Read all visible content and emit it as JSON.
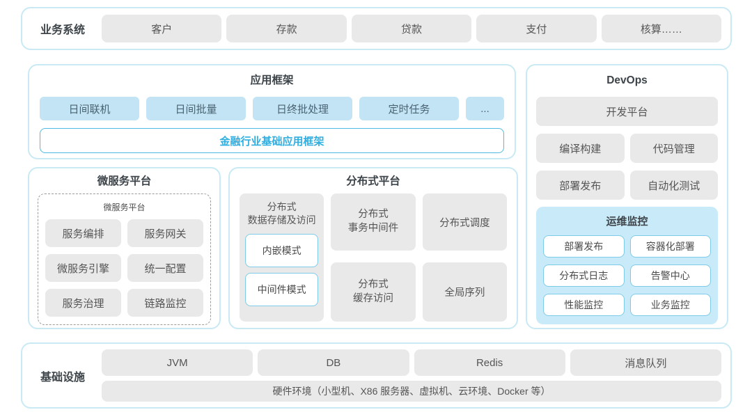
{
  "colors": {
    "panel_border": "#c9eaf4",
    "gray_box_bg": "#e9e9e9",
    "blue_box_bg": "#c2e4f4",
    "monitor_bg": "#c9eaf8",
    "white_box_border": "#7ecbe9",
    "accent_blue_border": "#4fbae3",
    "accent_blue_text": "#2fafe1",
    "text": "#555555"
  },
  "business_systems": {
    "label": "业务系统",
    "items": [
      "客户",
      "存款",
      "贷款",
      "支付",
      "核算……"
    ]
  },
  "app_framework": {
    "title": "应用框架",
    "items": [
      "日间联机",
      "日间批量",
      "日终批处理",
      "定时任务",
      "..."
    ],
    "base_framework": "金融行业基础应用框架"
  },
  "devops": {
    "title": "DevOps",
    "platform": "开发平台",
    "items": [
      "编译构建",
      "代码管理",
      "部署发布",
      "自动化测试"
    ],
    "monitor": {
      "title": "运维监控",
      "items": [
        "部署发布",
        "容器化部署",
        "分布式日志",
        "告警中心",
        "性能监控",
        "业务监控"
      ]
    }
  },
  "microservice": {
    "title": "微服务平台",
    "inner_title": "微服务平台",
    "items": [
      "服务编排",
      "服务网关",
      "微服务引擎",
      "统一配置",
      "服务治理",
      "链路监控"
    ]
  },
  "distributed": {
    "title": "分布式平台",
    "storage": {
      "label": "分布式\n数据存储及访问",
      "modes": [
        "内嵌模式",
        "中间件模式"
      ]
    },
    "transaction": "分布式\n事务中间件",
    "scheduling": "分布式调度",
    "cache": "分布式\n缓存访问",
    "sequence": "全局序列"
  },
  "infrastructure": {
    "label": "基础设施",
    "items": [
      "JVM",
      "DB",
      "Redis",
      "消息队列"
    ],
    "hardware": "硬件环境（小型机、X86 服务器、虚拟机、云环境、Docker 等）"
  }
}
